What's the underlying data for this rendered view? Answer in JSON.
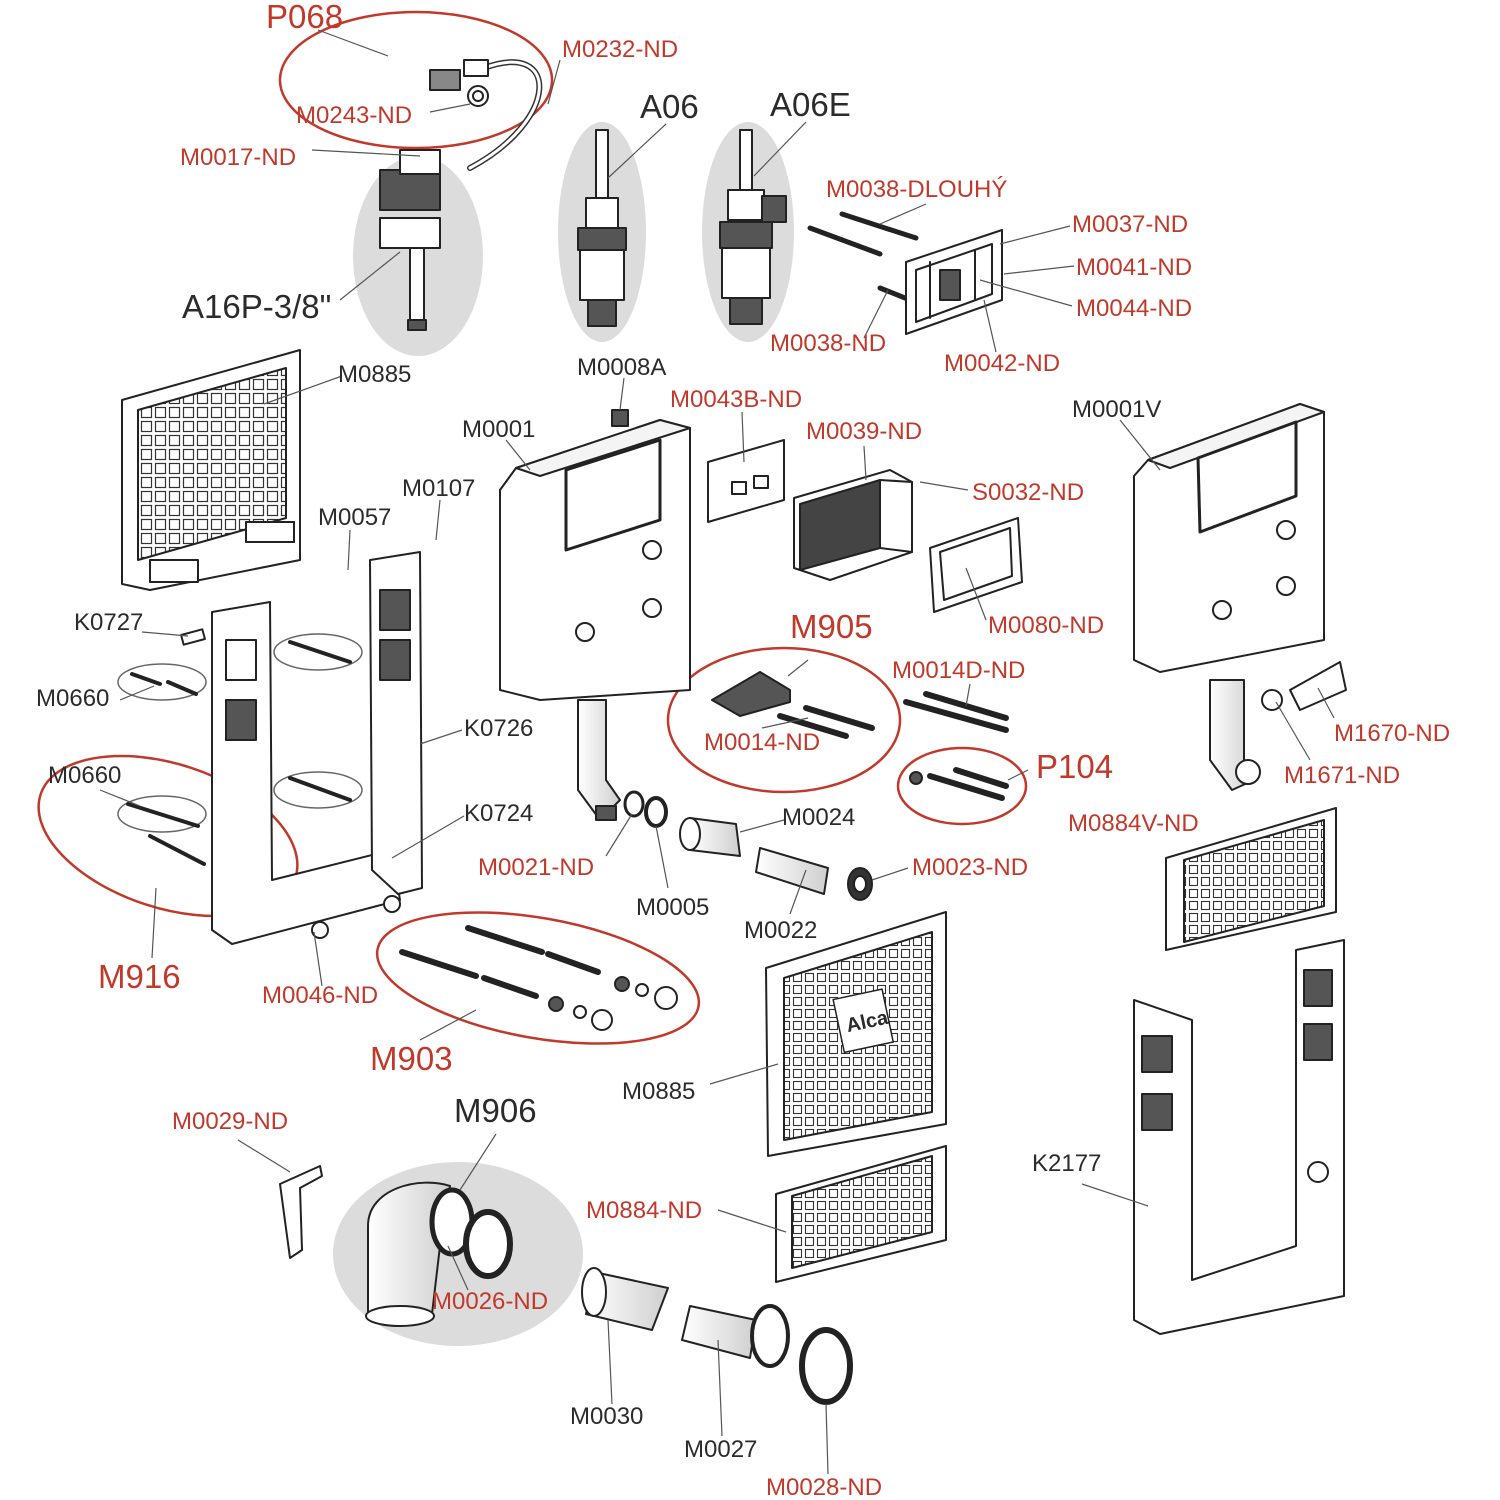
{
  "colors": {
    "part_label_red": "#c0392b",
    "part_label_black": "#2b2b2b",
    "group_highlight": "#dcdcdc",
    "outline": "#222222"
  },
  "labels": {
    "P068": "P068",
    "M0232_ND": "M0232-ND",
    "M0243_ND": "M0243-ND",
    "M0017_ND": "M0017-ND",
    "A16P": "A16P-3/8\"",
    "A06": "A06",
    "A06E": "A06E",
    "M0038_DLOUHY": "M0038-DLOUHÝ",
    "M0037_ND": "M0037-ND",
    "M0041_ND": "M0041-ND",
    "M0044_ND": "M0044-ND",
    "M0038_ND": "M0038-ND",
    "M0042_ND": "M0042-ND",
    "M0885_top": "M0885",
    "M0008A": "M0008A",
    "M0043B_ND": "M0043B-ND",
    "M0001": "M0001",
    "M0039_ND": "M0039-ND",
    "M0001V": "M0001V",
    "M0107": "M0107",
    "M0057": "M0057",
    "S0032_ND": "S0032-ND",
    "K0727": "K0727",
    "M905": "M905",
    "M0080_ND": "M0080-ND",
    "M0014D_ND": "M0014D-ND",
    "M0660_a": "M0660",
    "M0014_ND": "M0014-ND",
    "M1670_ND": "M1670-ND",
    "K0726": "K0726",
    "P104": "P104",
    "M1671_ND": "M1671-ND",
    "M0660_b": "M0660",
    "M0024": "M0024",
    "M0884V_ND": "M0884V-ND",
    "K0724": "K0724",
    "M0021_ND": "M0021-ND",
    "M0023_ND": "M0023-ND",
    "M0005": "M0005",
    "M0022": "M0022",
    "M916": "M916",
    "M0046_ND": "M0046-ND",
    "M903": "M903",
    "M0885_mid": "M0885",
    "M906": "M906",
    "M0029_ND": "M0029-ND",
    "K2177": "K2177",
    "M0884_ND": "M0884-ND",
    "M0026_ND": "M0026-ND",
    "M0030": "M0030",
    "M0027": "M0027",
    "M0028_ND": "M0028-ND",
    "brand_logo": "Alca"
  }
}
